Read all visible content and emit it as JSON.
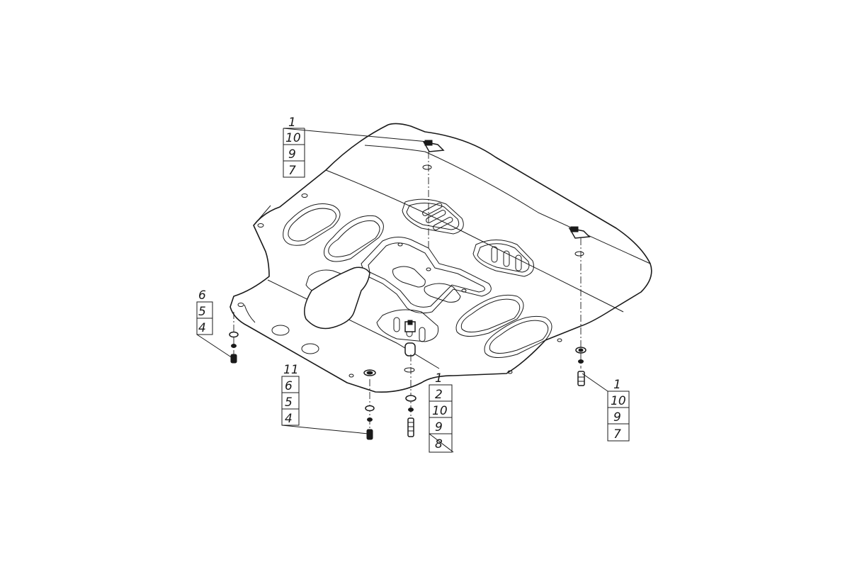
{
  "callouts": {
    "top": [
      "1",
      "10",
      "9",
      "7"
    ],
    "left": [
      "6",
      "5",
      "4"
    ],
    "bottom_left": [
      "11",
      "6",
      "5",
      "4"
    ],
    "bottom_center": [
      "1",
      "2",
      "10",
      "9",
      "8"
    ],
    "right": [
      "1",
      "10",
      "9",
      "7"
    ]
  }
}
